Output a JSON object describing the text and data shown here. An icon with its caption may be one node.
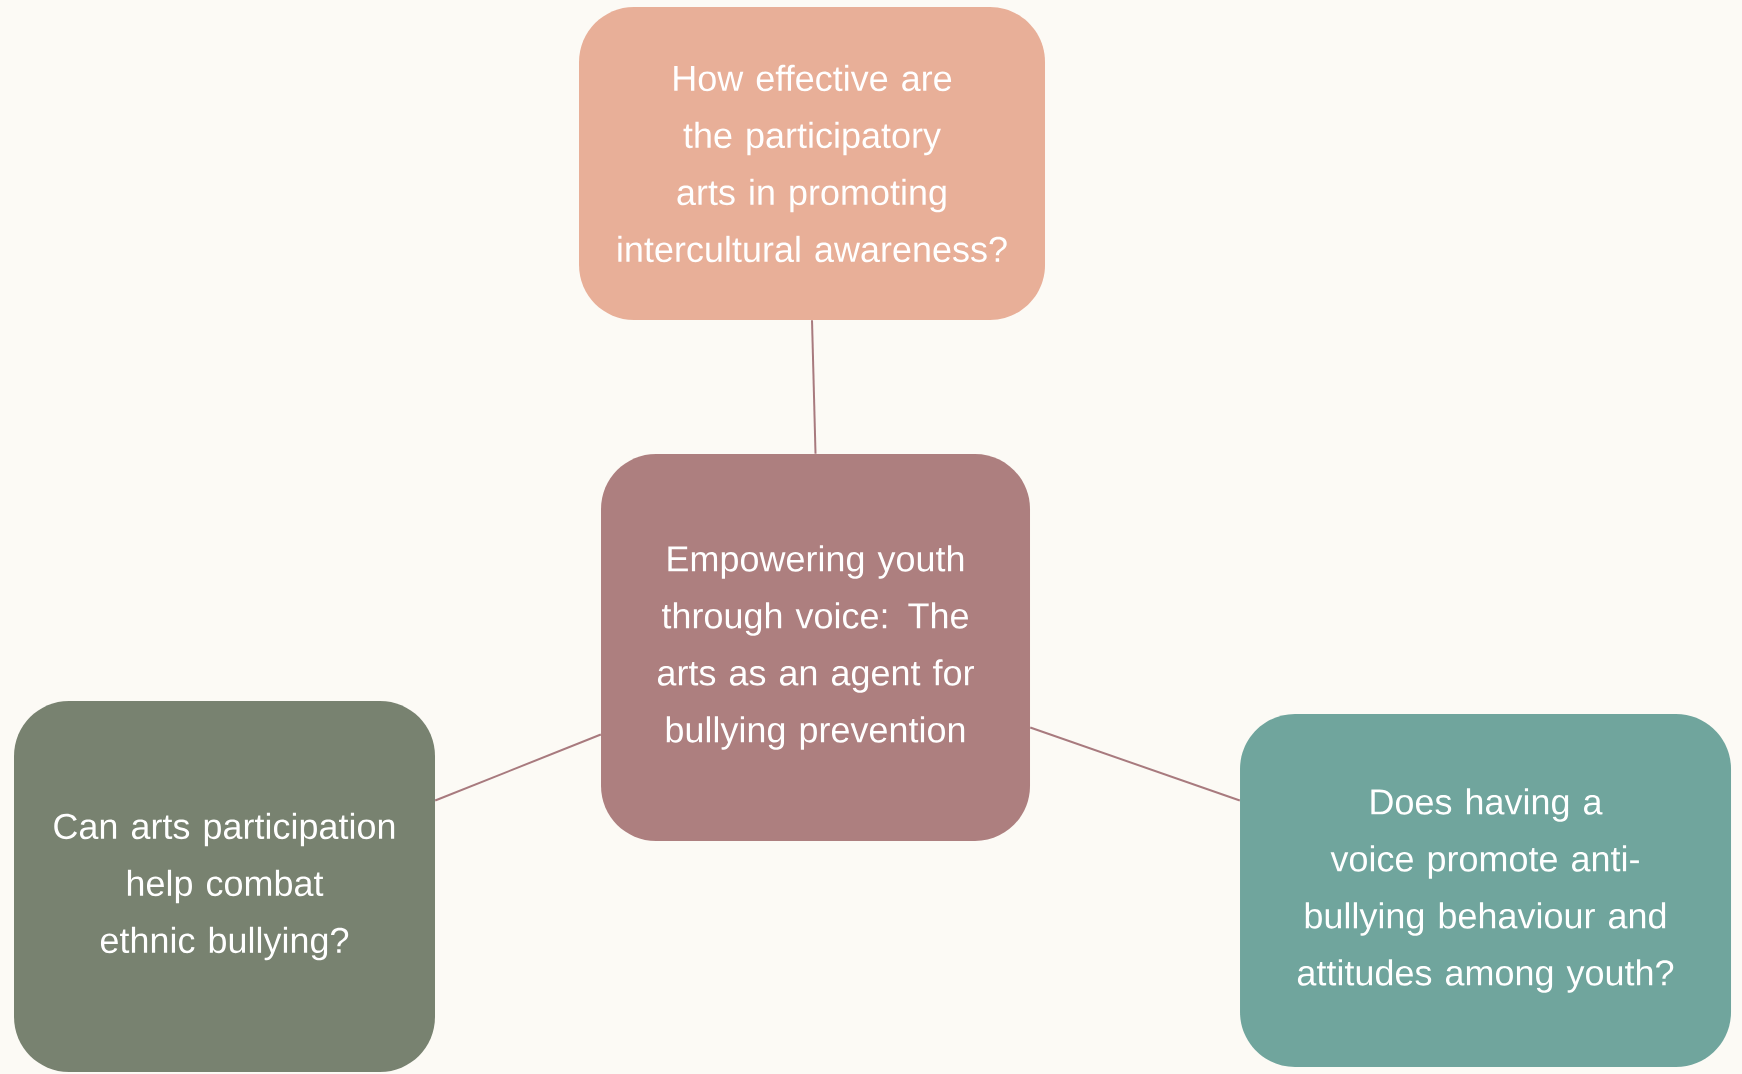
{
  "diagram": {
    "nodes": [
      {
        "text": [
          "How effective are the participatory arts in promoting intercultural awareness?"
        ]
      },
      {
        "text": [
          "Empowering youth through voice: The arts as an agent for bullying prevention"
        ]
      },
      {
        "text": [
          "Can arts participation help combat ethnic bullying?"
        ]
      },
      {
        "text": [
          "Does having a voice promote anti-bullying behaviour and attitudes among youth?"
        ]
      }
    ],
    "edges": [
      {
        "from": 1,
        "to": 0,
        "arrow": "none"
      },
      {
        "from": 1,
        "to": 2,
        "arrow": "none"
      },
      {
        "from": 1,
        "to": 3,
        "arrow": "none"
      }
    ]
  }
}
